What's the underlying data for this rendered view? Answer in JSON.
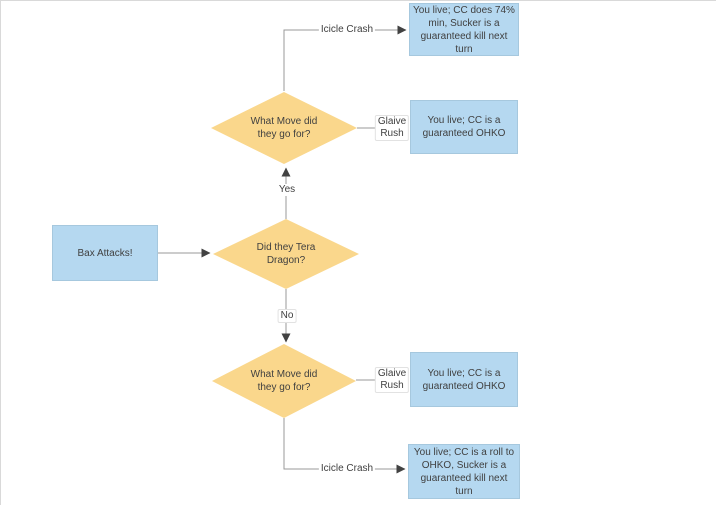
{
  "diagram": {
    "type": "flowchart",
    "colors": {
      "process_fill": "#b5d8f0",
      "process_border": "#a6c8de",
      "decision_fill": "#fad78c",
      "edge_line": "#999999",
      "arrowhead": "#424242",
      "text": "#404040",
      "canvas_background": "#ffffff"
    },
    "nodes": {
      "start": {
        "label": "Bax Attacks!",
        "shape": "rectangle"
      },
      "decision_tera": {
        "label": "Did they Tera\nDragon?",
        "shape": "diamond"
      },
      "decision_move_top": {
        "label": "What Move did\nthey go for?",
        "shape": "diamond"
      },
      "decision_move_bottom": {
        "label": "What Move did\nthey go for?",
        "shape": "diamond"
      },
      "outcome_icicle_tera": {
        "label": "You live; CC does 74%\nmin, Sucker is a\nguaranteed kill next\nturn",
        "shape": "rectangle"
      },
      "outcome_glaive_tera": {
        "label": "You live; CC is a\nguaranteed OHKO",
        "shape": "rectangle"
      },
      "outcome_glaive_no_tera": {
        "label": "You live; CC is a\nguaranteed OHKO",
        "shape": "rectangle"
      },
      "outcome_icicle_no_tera": {
        "label": "You live; CC is a roll to\nOHKO, Sucker is a\nguaranteed kill next\nturn",
        "shape": "rectangle"
      }
    },
    "edge_labels": {
      "yes": "Yes",
      "no": "No",
      "icicle_top": "Icicle Crash",
      "glaive_top": "Glaive\nRush",
      "glaive_bottom": "Glaive\nRush",
      "icicle_bottom": "Icicle Crash"
    },
    "edges": [
      {
        "from": "start",
        "to": "decision_tera",
        "label": ""
      },
      {
        "from": "decision_tera",
        "to": "decision_move_top",
        "label": "Yes"
      },
      {
        "from": "decision_tera",
        "to": "decision_move_bottom",
        "label": "No"
      },
      {
        "from": "decision_move_top",
        "to": "outcome_icicle_tera",
        "label": "Icicle Crash"
      },
      {
        "from": "decision_move_top",
        "to": "outcome_glaive_tera",
        "label": "Glaive Rush"
      },
      {
        "from": "decision_move_bottom",
        "to": "outcome_glaive_no_tera",
        "label": "Glaive Rush"
      },
      {
        "from": "decision_move_bottom",
        "to": "outcome_icicle_no_tera",
        "label": "Icicle Crash"
      }
    ]
  }
}
